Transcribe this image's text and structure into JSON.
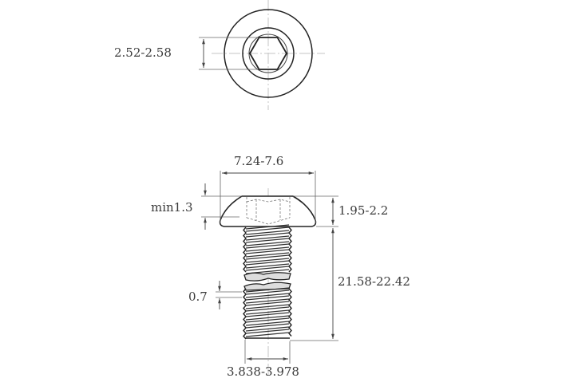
{
  "drawing": {
    "subject": "Button head hex socket screw",
    "views": {
      "top_view": {
        "dimension_socket_width": "2.52-2.58"
      },
      "side_view": {
        "dimension_head_diameter": "7.24-7.6",
        "dimension_socket_depth": "min1.3",
        "dimension_head_height": "1.95-2.2",
        "dimension_length": "21.58-22.42",
        "dimension_thread_pitch": "0.7",
        "dimension_thread_diameter": "3.838-3.978"
      }
    },
    "colors": {
      "line": "#222222",
      "dimension_line": "#555555",
      "centerline": "#bbbbbb",
      "text": "#3a3a3a"
    }
  }
}
